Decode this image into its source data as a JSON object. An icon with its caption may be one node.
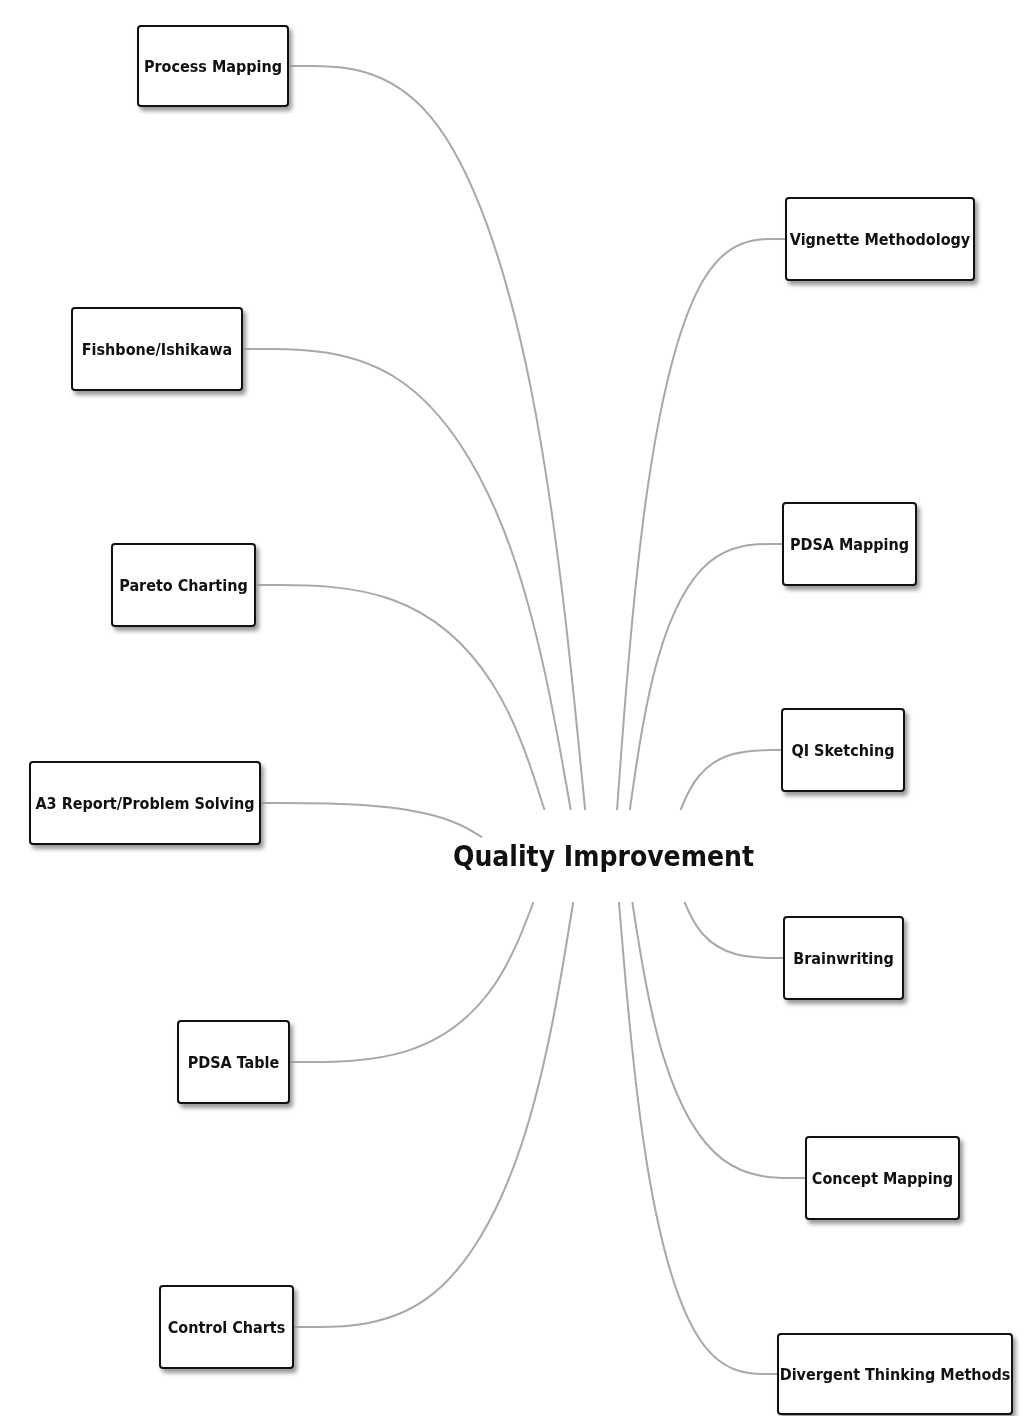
{
  "diagram": {
    "nodes": [
      {
        "text": [
          "Quality Improvement"
        ]
      },
      {
        "text": [
          "Process Mapping"
        ]
      },
      {
        "text": [
          "Vignette Methodology"
        ]
      },
      {
        "text": [
          "Fishbone/Ishikawa"
        ]
      },
      {
        "text": [
          "PDSA Mapping"
        ]
      },
      {
        "text": [
          "Pareto Charting"
        ]
      },
      {
        "text": [
          "QI Sketching"
        ]
      },
      {
        "text": [
          "A3 Report/Problem Solving"
        ]
      },
      {
        "text": [
          "Brainwriting"
        ]
      },
      {
        "text": [
          "PDSA Table"
        ]
      },
      {
        "text": [
          "Concept Mapping"
        ]
      },
      {
        "text": [
          "Control Charts"
        ]
      },
      {
        "text": [
          "Divergent Thinking Methods"
        ]
      }
    ],
    "edges": [
      {
        "from": 0,
        "to": 1,
        "arrow": "none"
      },
      {
        "from": 0,
        "to": 2,
        "arrow": "none"
      },
      {
        "from": 0,
        "to": 3,
        "arrow": "none"
      },
      {
        "from": 0,
        "to": 4,
        "arrow": "none"
      },
      {
        "from": 0,
        "to": 5,
        "arrow": "none"
      },
      {
        "from": 0,
        "to": 6,
        "arrow": "none"
      },
      {
        "from": 0,
        "to": 7,
        "arrow": "none"
      },
      {
        "from": 0,
        "to": 8,
        "arrow": "none"
      },
      {
        "from": 0,
        "to": 9,
        "arrow": "none"
      },
      {
        "from": 0,
        "to": 10,
        "arrow": "none"
      },
      {
        "from": 0,
        "to": 11,
        "arrow": "none"
      },
      {
        "from": 0,
        "to": 12,
        "arrow": "none"
      }
    ]
  }
}
